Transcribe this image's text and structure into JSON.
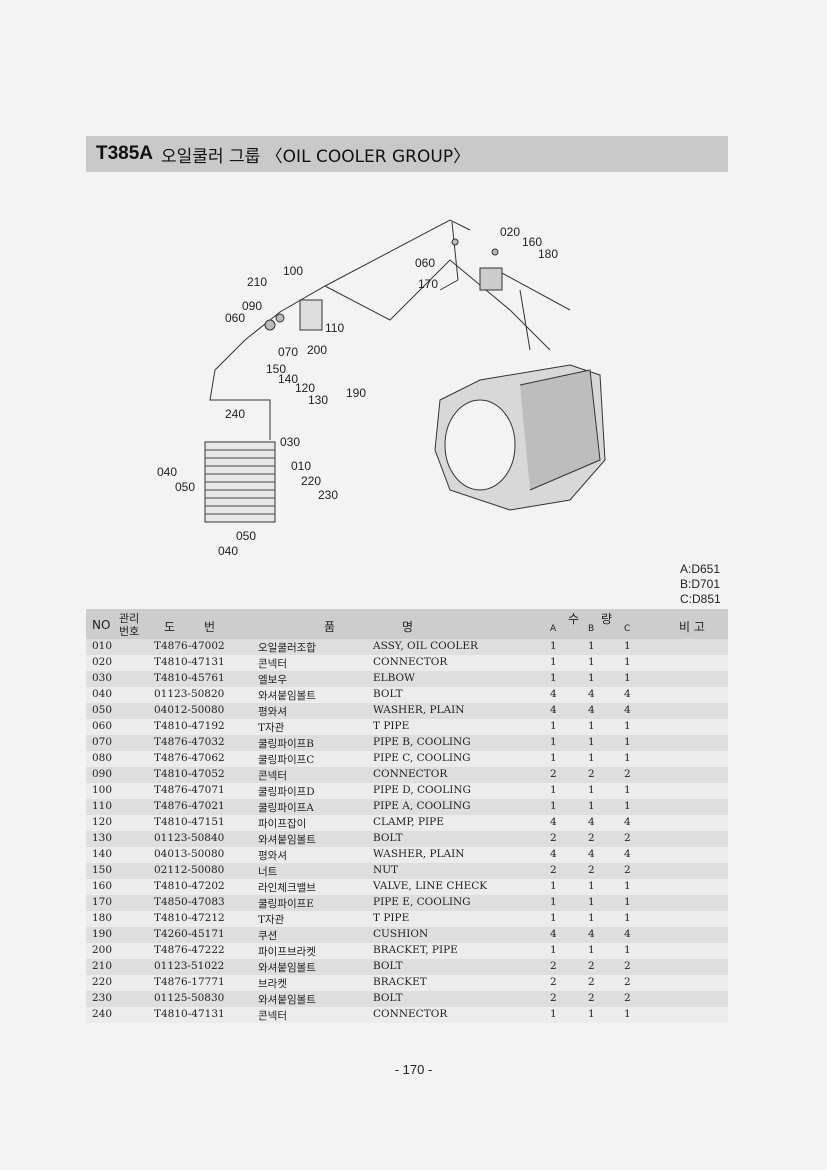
{
  "header": {
    "code": "T385A",
    "title": "오일쿨러 그룹 〈OIL COOLER GROUP〉"
  },
  "diagram": {
    "labels": [
      "020",
      "160",
      "180",
      "060",
      "170",
      "100",
      "210",
      "090",
      "060",
      "110",
      "070",
      "200",
      "150",
      "140",
      "120",
      "130",
      "190",
      "240",
      "030",
      "040",
      "050",
      "010",
      "220",
      "230",
      "050",
      "040"
    ]
  },
  "models": [
    "A:D651",
    "B:D701",
    "C:D851"
  ],
  "table": {
    "headers": {
      "no": "NO",
      "mgmt_no_1": "관리",
      "mgmt_no_2": "번호",
      "drawing_no_1": "도",
      "drawing_no_2": "번",
      "name_1": "품",
      "name_2": "명",
      "qty_1": "수",
      "qty_2": "량",
      "a": "A",
      "b": "B",
      "c": "C",
      "remarks": "비 고"
    },
    "rows": [
      {
        "no": "010",
        "part": "T4876-47002",
        "kr": "오일쿨러조합",
        "en": "ASSY, OIL COOLER",
        "a": "1",
        "b": "1",
        "c": "1"
      },
      {
        "no": "020",
        "part": "T4810-47131",
        "kr": "콘넥터",
        "en": "CONNECTOR",
        "a": "1",
        "b": "1",
        "c": "1"
      },
      {
        "no": "030",
        "part": "T4810-45761",
        "kr": "엘보우",
        "en": "ELBOW",
        "a": "1",
        "b": "1",
        "c": "1"
      },
      {
        "no": "040",
        "part": "01123-50820",
        "kr": "와셔붙임볼트",
        "en": "BOLT",
        "a": "4",
        "b": "4",
        "c": "4"
      },
      {
        "no": "050",
        "part": "04012-50080",
        "kr": "평와셔",
        "en": "WASHER, PLAIN",
        "a": "4",
        "b": "4",
        "c": "4"
      },
      {
        "no": "060",
        "part": "T4810-47192",
        "kr": "T자관",
        "en": "T PIPE",
        "a": "1",
        "b": "1",
        "c": "1"
      },
      {
        "no": "070",
        "part": "T4876-47032",
        "kr": "쿨링파이프B",
        "en": "PIPE B, COOLING",
        "a": "1",
        "b": "1",
        "c": "1"
      },
      {
        "no": "080",
        "part": "T4876-47062",
        "kr": "쿨링파이프C",
        "en": "PIPE C, COOLING",
        "a": "1",
        "b": "1",
        "c": "1"
      },
      {
        "no": "090",
        "part": "T4810-47052",
        "kr": "콘넥터",
        "en": "CONNECTOR",
        "a": "2",
        "b": "2",
        "c": "2"
      },
      {
        "no": "100",
        "part": "T4876-47071",
        "kr": "쿨링파이프D",
        "en": "PIPE D, COOLING",
        "a": "1",
        "b": "1",
        "c": "1"
      },
      {
        "no": "110",
        "part": "T4876-47021",
        "kr": "쿨링파이프A",
        "en": "PIPE A, COOLING",
        "a": "1",
        "b": "1",
        "c": "1"
      },
      {
        "no": "120",
        "part": "T4810-47151",
        "kr": "파이프잡이",
        "en": "CLAMP, PIPE",
        "a": "4",
        "b": "4",
        "c": "4"
      },
      {
        "no": "130",
        "part": "01123-50840",
        "kr": "와셔붙임볼트",
        "en": "BOLT",
        "a": "2",
        "b": "2",
        "c": "2"
      },
      {
        "no": "140",
        "part": "04013-50080",
        "kr": "평와셔",
        "en": "WASHER, PLAIN",
        "a": "4",
        "b": "4",
        "c": "4"
      },
      {
        "no": "150",
        "part": "02112-50080",
        "kr": "너트",
        "en": "NUT",
        "a": "2",
        "b": "2",
        "c": "2"
      },
      {
        "no": "160",
        "part": "T4810-47202",
        "kr": "라인체크밸브",
        "en": "VALVE, LINE CHECK",
        "a": "1",
        "b": "1",
        "c": "1"
      },
      {
        "no": "170",
        "part": "T4850-47083",
        "kr": "쿨링파이프E",
        "en": "PIPE E, COOLING",
        "a": "1",
        "b": "1",
        "c": "1"
      },
      {
        "no": "180",
        "part": "T4810-47212",
        "kr": "T자관",
        "en": "T PIPE",
        "a": "1",
        "b": "1",
        "c": "1"
      },
      {
        "no": "190",
        "part": "T4260-45171",
        "kr": "쿠션",
        "en": "CUSHION",
        "a": "4",
        "b": "4",
        "c": "4"
      },
      {
        "no": "200",
        "part": "T4876-47222",
        "kr": "파이프브라켓",
        "en": "BRACKET, PIPE",
        "a": "1",
        "b": "1",
        "c": "1"
      },
      {
        "no": "210",
        "part": "01123-51022",
        "kr": "와셔붙임볼트",
        "en": "BOLT",
        "a": "2",
        "b": "2",
        "c": "2"
      },
      {
        "no": "220",
        "part": "T4876-17771",
        "kr": "브라켓",
        "en": "BRACKET",
        "a": "2",
        "b": "2",
        "c": "2"
      },
      {
        "no": "230",
        "part": "01125-50830",
        "kr": "와셔붙임볼트",
        "en": "BOLT",
        "a": "2",
        "b": "2",
        "c": "2"
      },
      {
        "no": "240",
        "part": "T4810-47131",
        "kr": "콘넥터",
        "en": "CONNECTOR",
        "a": "1",
        "b": "1",
        "c": "1"
      }
    ]
  },
  "footer": {
    "page": "- 170 -"
  }
}
